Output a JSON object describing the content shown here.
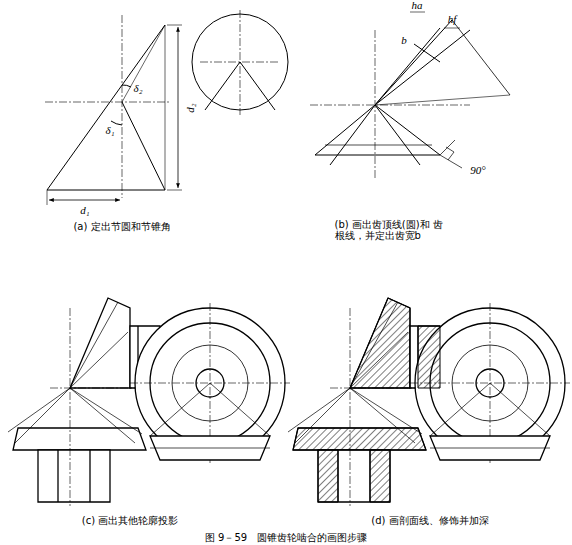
{
  "diagram": {
    "caption": "图 9－59　圆锥齿轮啮合的画图步骤",
    "labels": [
      "δ₂",
      "δ₁",
      "d₂",
      "d₁",
      "(a) 定出节圆和节锥角",
      "ha",
      "b",
      "hf",
      "90°",
      "(b) 画出齿顶线(圆)和 齿根线，并定出齿宽b",
      "(c) 画出其他轮廓投影",
      "(d) 画剖面线、修饰并加深"
    ]
  }
}
